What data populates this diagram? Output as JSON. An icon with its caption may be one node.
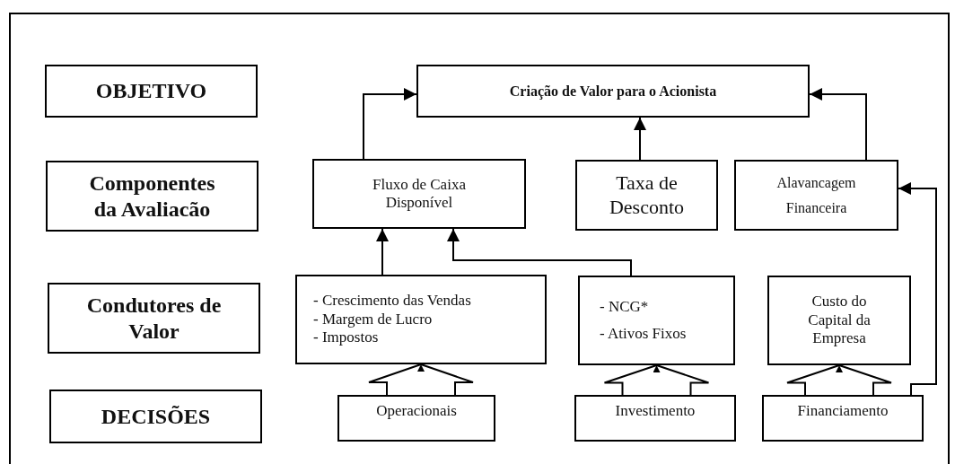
{
  "diagram": {
    "nodes": [
      {
        "text": [
          "OBJETIVO"
        ]
      },
      {
        "text": [
          "Componentes da Avaliacão"
        ]
      },
      {
        "text": [
          "Condutores de Valor"
        ]
      },
      {
        "text": [
          "DECISÕES"
        ]
      },
      {
        "text": [
          "Criação de Valor para o Acionista"
        ]
      },
      {
        "text": [
          "Fluxo de Caixa Disponível"
        ]
      },
      {
        "text": [
          "Taxa de Desconto"
        ]
      },
      {
        "text": [
          "Alavancagem",
          "Financeira"
        ]
      },
      {
        "text": [
          "- Crescimento das Vendas",
          "- Margem de Lucro",
          "- Impostos"
        ]
      },
      {
        "text": [
          "- NCG*",
          "- Ativos Fixos"
        ]
      },
      {
        "text": [
          "Custo do Capital da Empresa"
        ]
      },
      {
        "text": [
          "Operacionais"
        ]
      },
      {
        "text": [
          "Investimento"
        ]
      },
      {
        "text": [
          "Financiamento"
        ]
      }
    ],
    "edges": [
      {
        "from": 5,
        "to": 4,
        "arrow": "to"
      },
      {
        "from": 6,
        "to": 4,
        "arrow": "to"
      },
      {
        "from": 7,
        "to": 4,
        "arrow": "to"
      },
      {
        "from": 8,
        "to": 5,
        "arrow": "to"
      },
      {
        "from": 9,
        "to": 5,
        "arrow": "to"
      },
      {
        "from": 13,
        "to": 7,
        "arrow": "to"
      },
      {
        "from": 11,
        "to": 8,
        "arrow": "to"
      },
      {
        "from": 12,
        "to": 9,
        "arrow": "to"
      },
      {
        "from": 13,
        "to": 10,
        "arrow": "to"
      }
    ]
  }
}
